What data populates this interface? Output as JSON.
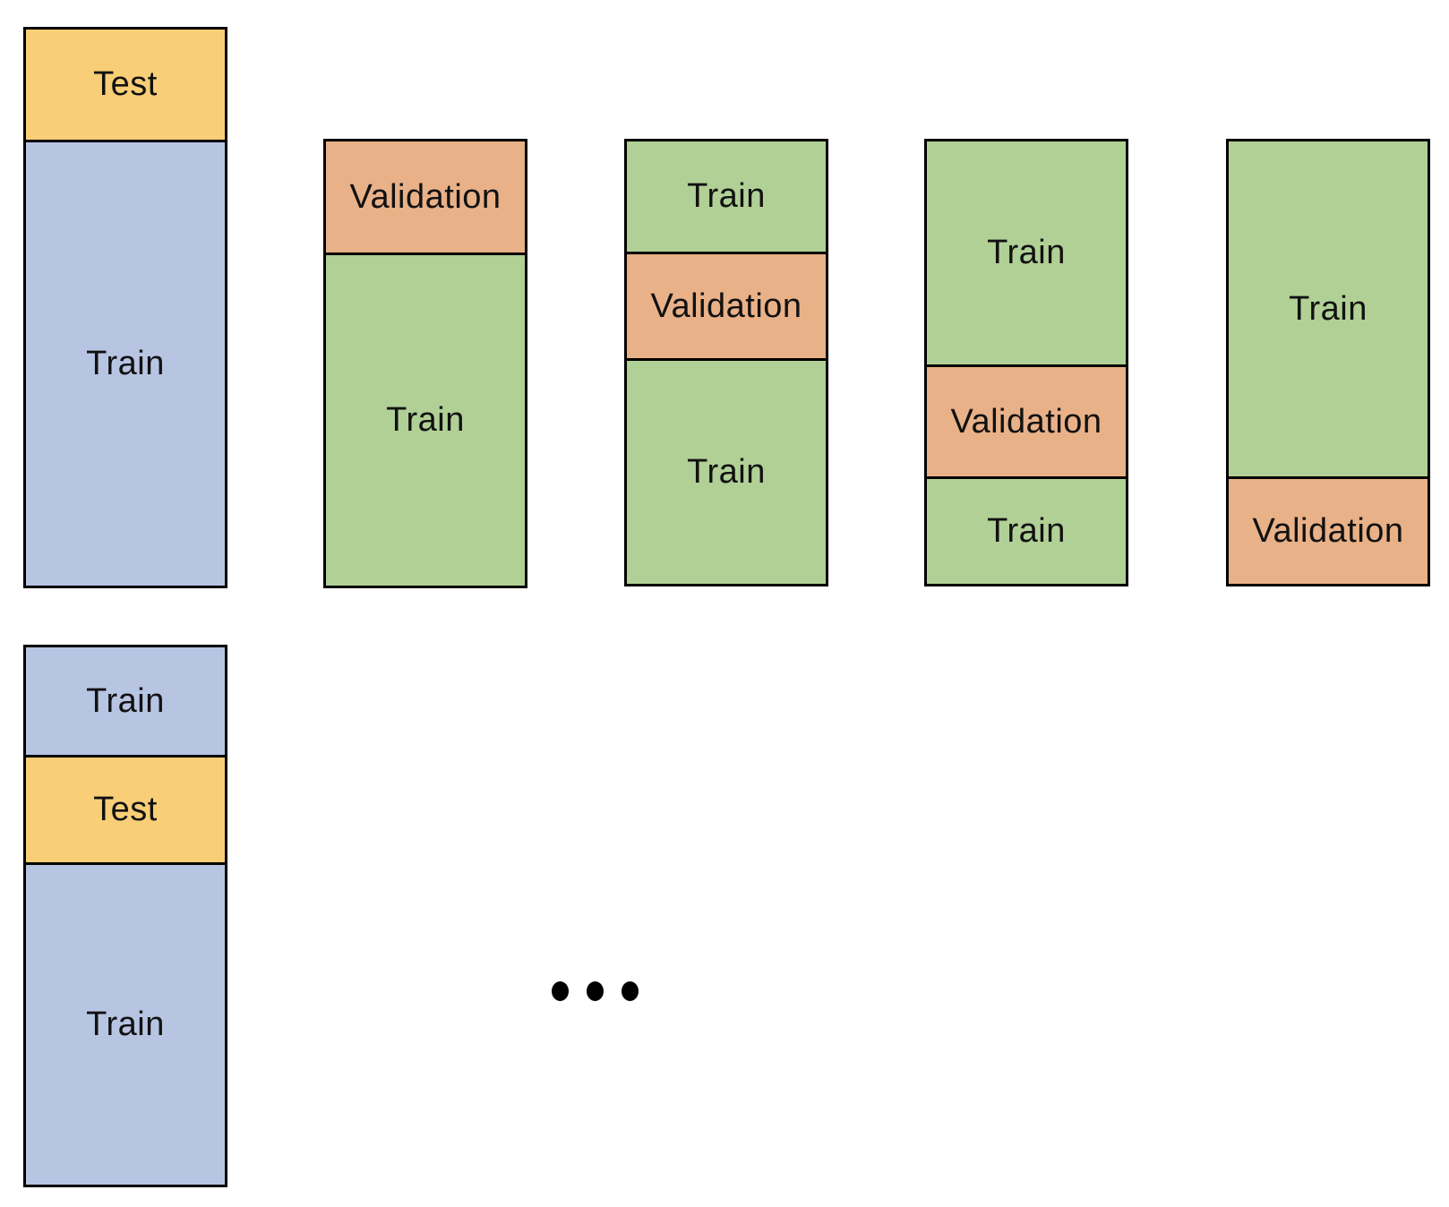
{
  "labels": {
    "test": "Test",
    "train": "Train",
    "validation": "Validation"
  },
  "colors": {
    "test": "#f8ce77",
    "train_outer": "#b7c5e3",
    "train_inner": "#b1d096",
    "validation": "#e9b188",
    "border": "#000000"
  },
  "outer_splits": [
    {
      "segments": [
        "Test",
        "Train"
      ]
    },
    {
      "segments": [
        "Train",
        "Test",
        "Train"
      ]
    }
  ],
  "inner_folds": [
    {
      "segments": [
        "Validation",
        "Train"
      ]
    },
    {
      "segments": [
        "Train",
        "Validation",
        "Train"
      ]
    },
    {
      "segments": [
        "Train",
        "Validation",
        "Train"
      ]
    },
    {
      "segments": [
        "Train",
        "Validation"
      ]
    }
  ],
  "continuation_marker": "ellipsis"
}
